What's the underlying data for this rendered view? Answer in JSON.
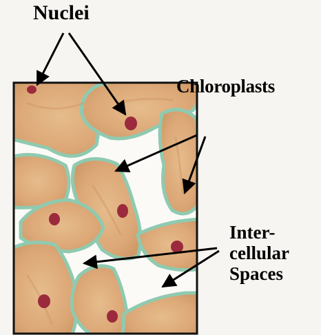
{
  "labels": {
    "nuclei": "Nuclei",
    "chloroplasts": "Chloroplasts",
    "intercellular_line1": "Inter-",
    "intercellular_line2": "cellular",
    "intercellular_line3": "Spaces"
  },
  "colors": {
    "background": "#f7f5f1",
    "frame": "#111111",
    "cell_fill": "#dfae7a",
    "cell_wall": "#8fcab0",
    "nucleus": "#9b2a3c",
    "arrow": "#000000"
  }
}
